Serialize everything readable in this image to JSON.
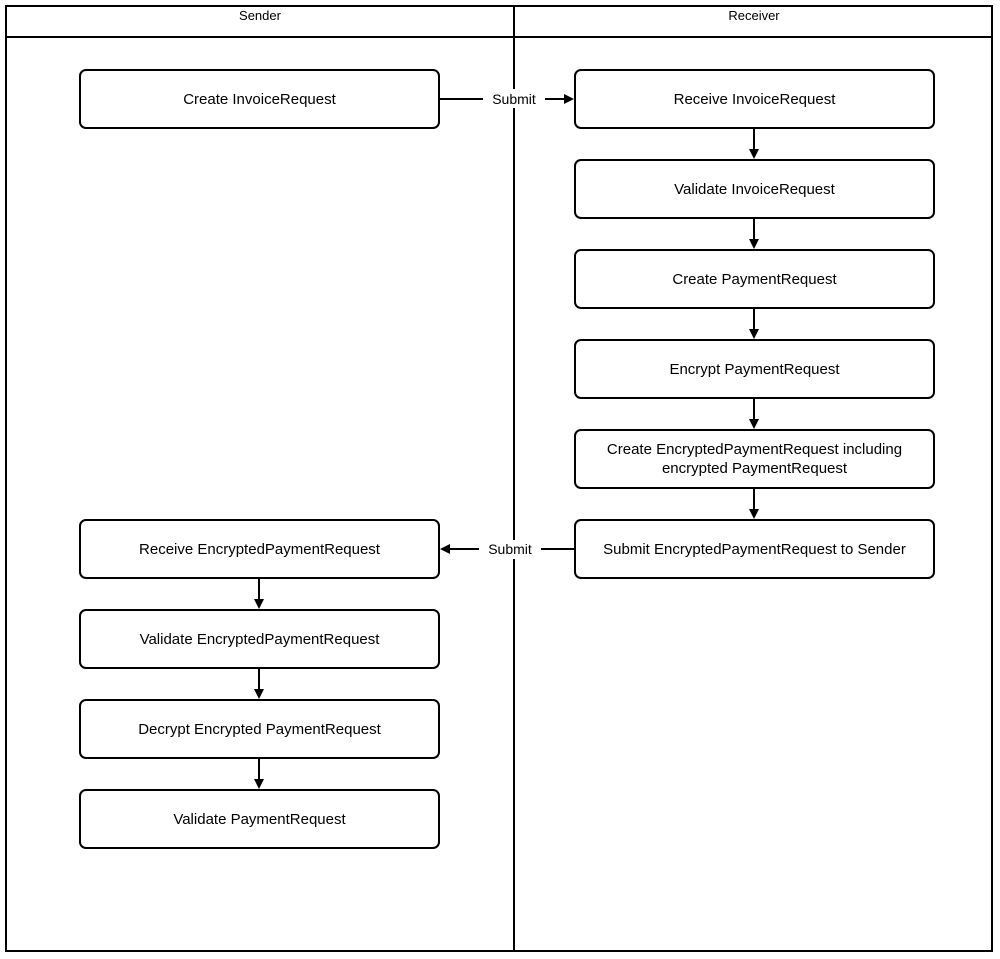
{
  "diagram": {
    "type": "swimlane-flowchart",
    "lanes": [
      {
        "id": "sender",
        "title": "Sender"
      },
      {
        "id": "receiver",
        "title": "Receiver"
      }
    ],
    "nodes": [
      {
        "id": "n1",
        "lane": "sender",
        "label": "Create InvoiceRequest"
      },
      {
        "id": "n2",
        "lane": "receiver",
        "label": "Receive InvoiceRequest"
      },
      {
        "id": "n3",
        "lane": "receiver",
        "label": "Validate InvoiceRequest"
      },
      {
        "id": "n4",
        "lane": "receiver",
        "label": "Create PaymentRequest"
      },
      {
        "id": "n5",
        "lane": "receiver",
        "label": "Encrypt PaymentRequest"
      },
      {
        "id": "n6",
        "lane": "receiver",
        "label": "Create EncryptedPaymentRequest including encrypted PaymentRequest"
      },
      {
        "id": "n7",
        "lane": "receiver",
        "label": "Submit EncryptedPaymentRequest to Sender"
      },
      {
        "id": "n8",
        "lane": "sender",
        "label": "Receive EncryptedPaymentRequest"
      },
      {
        "id": "n9",
        "lane": "sender",
        "label": "Validate EncryptedPaymentRequest"
      },
      {
        "id": "n10",
        "lane": "sender",
        "label": "Decrypt Encrypted PaymentRequest"
      },
      {
        "id": "n11",
        "lane": "sender",
        "label": "Validate PaymentRequest"
      }
    ],
    "edges": [
      {
        "id": "e1",
        "from": "n1",
        "to": "n2",
        "label": "Submit",
        "direction": "right"
      },
      {
        "id": "e2",
        "from": "n2",
        "to": "n3",
        "label": "",
        "direction": "down"
      },
      {
        "id": "e3",
        "from": "n3",
        "to": "n4",
        "label": "",
        "direction": "down"
      },
      {
        "id": "e4",
        "from": "n4",
        "to": "n5",
        "label": "",
        "direction": "down"
      },
      {
        "id": "e5",
        "from": "n5",
        "to": "n6",
        "label": "",
        "direction": "down"
      },
      {
        "id": "e6",
        "from": "n6",
        "to": "n7",
        "label": "",
        "direction": "down"
      },
      {
        "id": "e7",
        "from": "n7",
        "to": "n8",
        "label": "Submit",
        "direction": "left"
      },
      {
        "id": "e8",
        "from": "n8",
        "to": "n9",
        "label": "",
        "direction": "down"
      },
      {
        "id": "e9",
        "from": "n9",
        "to": "n10",
        "label": "",
        "direction": "down"
      },
      {
        "id": "e10",
        "from": "n10",
        "to": "n11",
        "label": "",
        "direction": "down"
      }
    ],
    "colors": {
      "stroke": "#000000",
      "fill": "#ffffff",
      "text": "#000000"
    }
  }
}
